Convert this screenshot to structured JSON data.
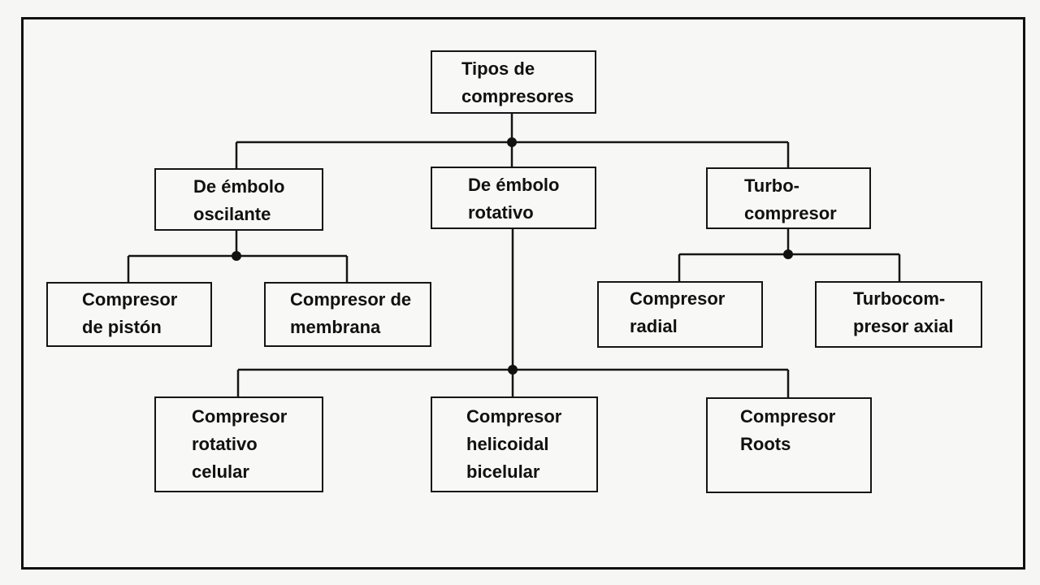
{
  "diagram": {
    "root": {
      "lines": [
        "Tipos de",
        "compresores"
      ]
    },
    "level1": [
      {
        "id": "oscilante",
        "lines": [
          "De émbolo",
          "oscilante"
        ]
      },
      {
        "id": "rotativo",
        "lines": [
          "De émbolo",
          "rotativo"
        ]
      },
      {
        "id": "turbo",
        "lines": [
          "Turbo-",
          "compresor"
        ]
      }
    ],
    "oscilante_children": [
      {
        "id": "piston",
        "lines": [
          "Compresor",
          "de pistón"
        ]
      },
      {
        "id": "membrana",
        "lines": [
          "Compresor de",
          "membrana"
        ]
      }
    ],
    "turbo_children": [
      {
        "id": "radial",
        "lines": [
          "Compresor",
          "radial"
        ]
      },
      {
        "id": "axial",
        "lines": [
          "Turbocom-",
          "presor axial"
        ]
      }
    ],
    "rotativo_children": [
      {
        "id": "celular",
        "lines": [
          "Compresor",
          "rotativo",
          "celular"
        ]
      },
      {
        "id": "helicoidal",
        "lines": [
          "Compresor",
          "helicoidal",
          "bicelular"
        ]
      },
      {
        "id": "roots",
        "lines": [
          "Compresor",
          "Roots"
        ]
      }
    ]
  }
}
